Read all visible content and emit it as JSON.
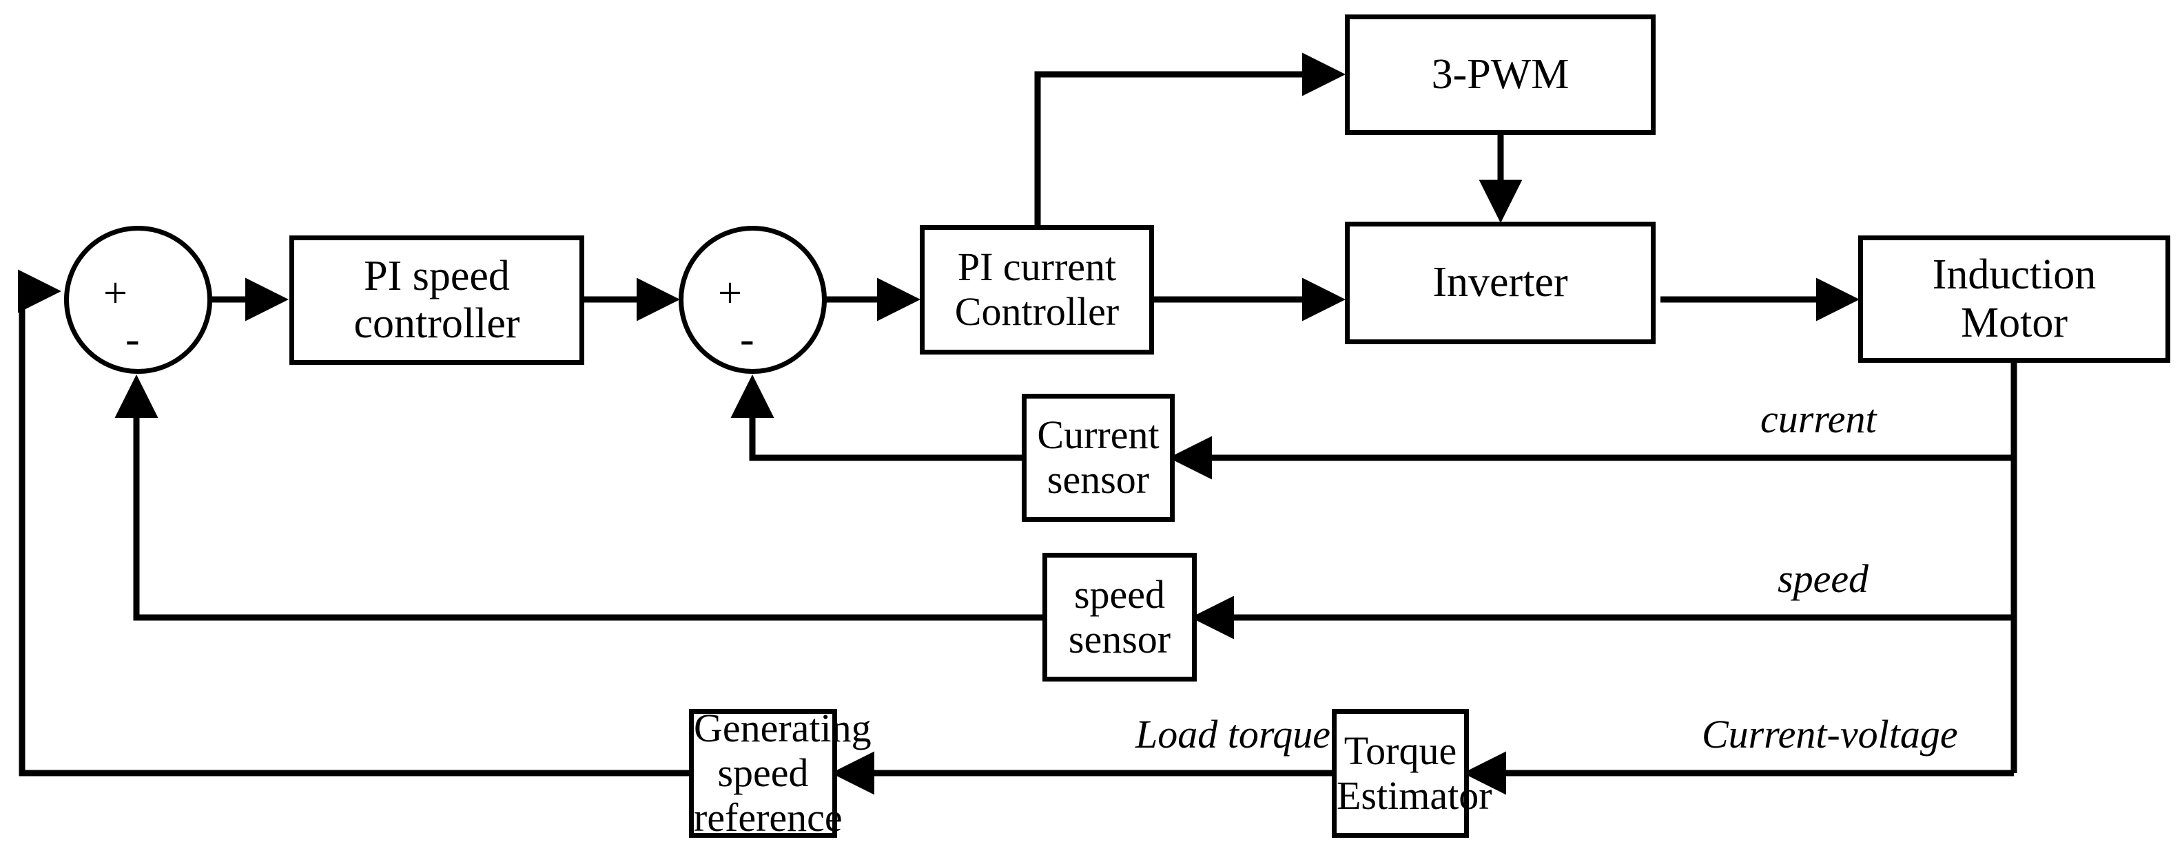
{
  "diagram": {
    "title": "Induction motor speed-control block diagram",
    "stroke_color": "#000000",
    "background_color": "#ffffff",
    "blocks": [
      {
        "id": "pi-speed-controller",
        "label": "PI speed\ncontroller",
        "line1": "PI speed",
        "line2": "controller"
      },
      {
        "id": "pi-current-controller",
        "label": "PI current\nController",
        "line1": "PI current",
        "line2": "Controller"
      },
      {
        "id": "three-pwm",
        "label": "3-PWM",
        "line1": "3-PWM",
        "line2": ""
      },
      {
        "id": "inverter",
        "label": "Inverter",
        "line1": "Inverter",
        "line2": ""
      },
      {
        "id": "induction-motor",
        "label": "Induction\nMotor",
        "line1": "Induction",
        "line2": "Motor"
      },
      {
        "id": "current-sensor",
        "label": "Current\nsensor",
        "line1": "Current",
        "line2": "sensor"
      },
      {
        "id": "speed-sensor",
        "label": "speed sensor",
        "line1": "speed sensor",
        "line2": ""
      },
      {
        "id": "generating-speed-reference",
        "label": "Generating speed\nreference",
        "line1": "Generating speed",
        "line2": "reference"
      },
      {
        "id": "torque-estimator",
        "label": "Torque\nEstimator",
        "line1": "Torque",
        "line2": "Estimator"
      }
    ],
    "summing_junctions": [
      {
        "id": "speed-summing-junction",
        "plus": "+",
        "minus": "-"
      },
      {
        "id": "current-summing-junction",
        "plus": "+",
        "minus": "-"
      }
    ],
    "signal_labels": [
      {
        "id": "current-signal-label",
        "text": "current"
      },
      {
        "id": "speed-signal-label",
        "text": "speed"
      },
      {
        "id": "current-voltage-signal-label",
        "text": "Current-voltage"
      },
      {
        "id": "load-torque-signal-label",
        "text": "Load torque"
      }
    ]
  }
}
